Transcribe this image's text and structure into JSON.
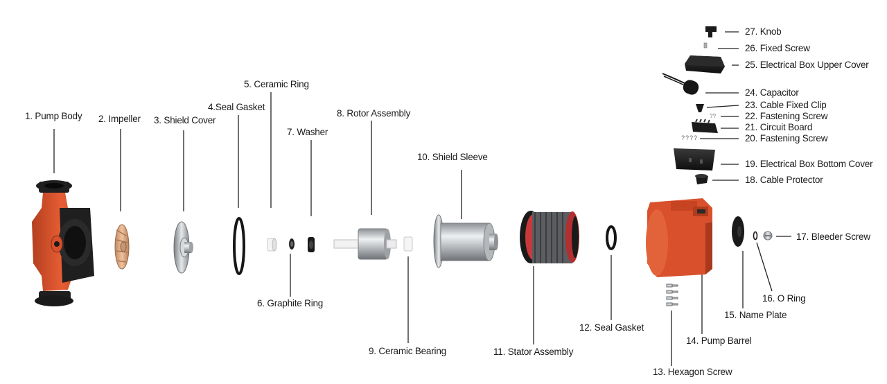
{
  "parts": [
    {
      "id": "p1",
      "label": "1. Pump Body"
    },
    {
      "id": "p2",
      "label": "2. Impeller"
    },
    {
      "id": "p3",
      "label": "3. Shield Cover"
    },
    {
      "id": "p4",
      "label": "4.Seal Gasket"
    },
    {
      "id": "p5",
      "label": "5. Ceramic Ring"
    },
    {
      "id": "p6",
      "label": "6. Graphite Ring"
    },
    {
      "id": "p7",
      "label": "7. Washer"
    },
    {
      "id": "p8",
      "label": "8. Rotor Assembly"
    },
    {
      "id": "p9",
      "label": "9. Ceramic Bearing"
    },
    {
      "id": "p10",
      "label": "10. Shield Sleeve"
    },
    {
      "id": "p11",
      "label": "11. Stator Assembly"
    },
    {
      "id": "p12",
      "label": "12. Seal Gasket"
    },
    {
      "id": "p13",
      "label": "13. Hexagon Screw"
    },
    {
      "id": "p14",
      "label": "14. Pump Barrel"
    },
    {
      "id": "p15",
      "label": "15. Name Plate"
    },
    {
      "id": "p16",
      "label": "16. O Ring"
    },
    {
      "id": "p17",
      "label": "17. Bleeder Screw"
    },
    {
      "id": "p18",
      "label": "18. Cable Protector"
    },
    {
      "id": "p19",
      "label": "19. Electrical Box Bottom Cover"
    },
    {
      "id": "p20",
      "label": "20. Fastening Screw"
    },
    {
      "id": "p21",
      "label": "21. Circuit Board"
    },
    {
      "id": "p22",
      "label": "22. Fastening Screw"
    },
    {
      "id": "p23",
      "label": "23. Cable Fixed Clip"
    },
    {
      "id": "p24",
      "label": "24. Capacitor"
    },
    {
      "id": "p25",
      "label": "25. Electrical Box Upper Cover"
    },
    {
      "id": "p26",
      "label": "26. Fixed Screw"
    },
    {
      "id": "p27",
      "label": "27. Knob"
    }
  ],
  "colors": {
    "housing": "#d9502c",
    "housing_dark": "#a8391c",
    "black": "#1c1c1c",
    "metal": "#b9bcbf",
    "bronze": "#d8a57e",
    "leader": "#222222",
    "text": "#1a1a1a"
  }
}
